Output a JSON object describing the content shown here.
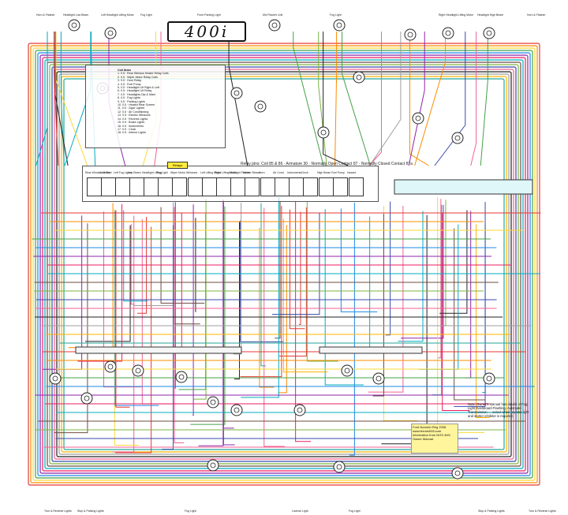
{
  "diagram": {
    "logo_text": "400i",
    "fuse_panel_title": "Relay pins: Coil 85 & 86 · Armature 30 · Normally Open Contact 87 · Normally Closed Contact 87a",
    "relay_label": "Relays",
    "legend_title": "Coil Items",
    "legend_items": [
      "1. 0.5 · Rear Window Heater Relay Coils",
      "2. 0.5 · Wiper Motor Relay Coils",
      "3. 0.5 · Horn Relay",
      "4. 0.5 · Fuel Pump",
      "5. 0.5 · Headlight Lift Right & Left",
      "6. 0.5 · Headlight Lift Relay",
      "7. 0.5 · Headlights Dip & Main",
      "8. 0.5 · Fog Lights",
      "9. 0.5 · Parking Lights",
      "10. 0.5 · Heated Rear Screen",
      "11. 0.5 · Cigar Lighter",
      "12. 0.5 · Air Conditioning",
      "13. 0.5 · Electric Windows",
      "14. 0.5 · Reverse Lights",
      "15. 0.5 · Brake Lights",
      "16. 0.5 · Instruments",
      "17. 0.5 · Clock",
      "18. 0.5 · Interior Lights"
    ],
    "top_labels": [
      "Horn & Flasher",
      "Headlight Low Beam",
      "Left Headlight Lifting Motor",
      "Fog Light",
      "Front Parking Light",
      "Mix Flasher Unit",
      "Fog Light",
      "Right Headlight Lifting Motor",
      "Headlight High Beam",
      "Horn & Flasher"
    ],
    "bottom_labels": [
      "Turn & Reverse Lights",
      "Stop & Parking Lights",
      "Fog Light",
      "License Light",
      "Fog Light",
      "Stop & Parking Lights",
      "Turn & Reverse Lights"
    ],
    "fuse_labels": [
      "Rear Window Heater",
      "Cold Start",
      "Left Fog Lights",
      "Low Beam",
      "Headlight Lifting",
      "Fog Light",
      "Wiper Motor",
      "Windows",
      "Left Lifting Motor",
      "Right Lifting Motor",
      "Headlight Flasher",
      "Heater Blower",
      "Horn",
      "Air Cond.",
      "Instruments",
      "Clock",
      "High Beam",
      "Fuel Pump",
      "Hazard"
    ],
    "note_text": "Note: Owner's Manual has details of Fog Light Dashboard Flashing. Automatic Transmission — select when reverse light and starter inhibitor is required.",
    "yellow_note": "Ford Norwich Reg 2008 www.ferrari400i.com Information from NOS 400i Owner Manual."
  }
}
